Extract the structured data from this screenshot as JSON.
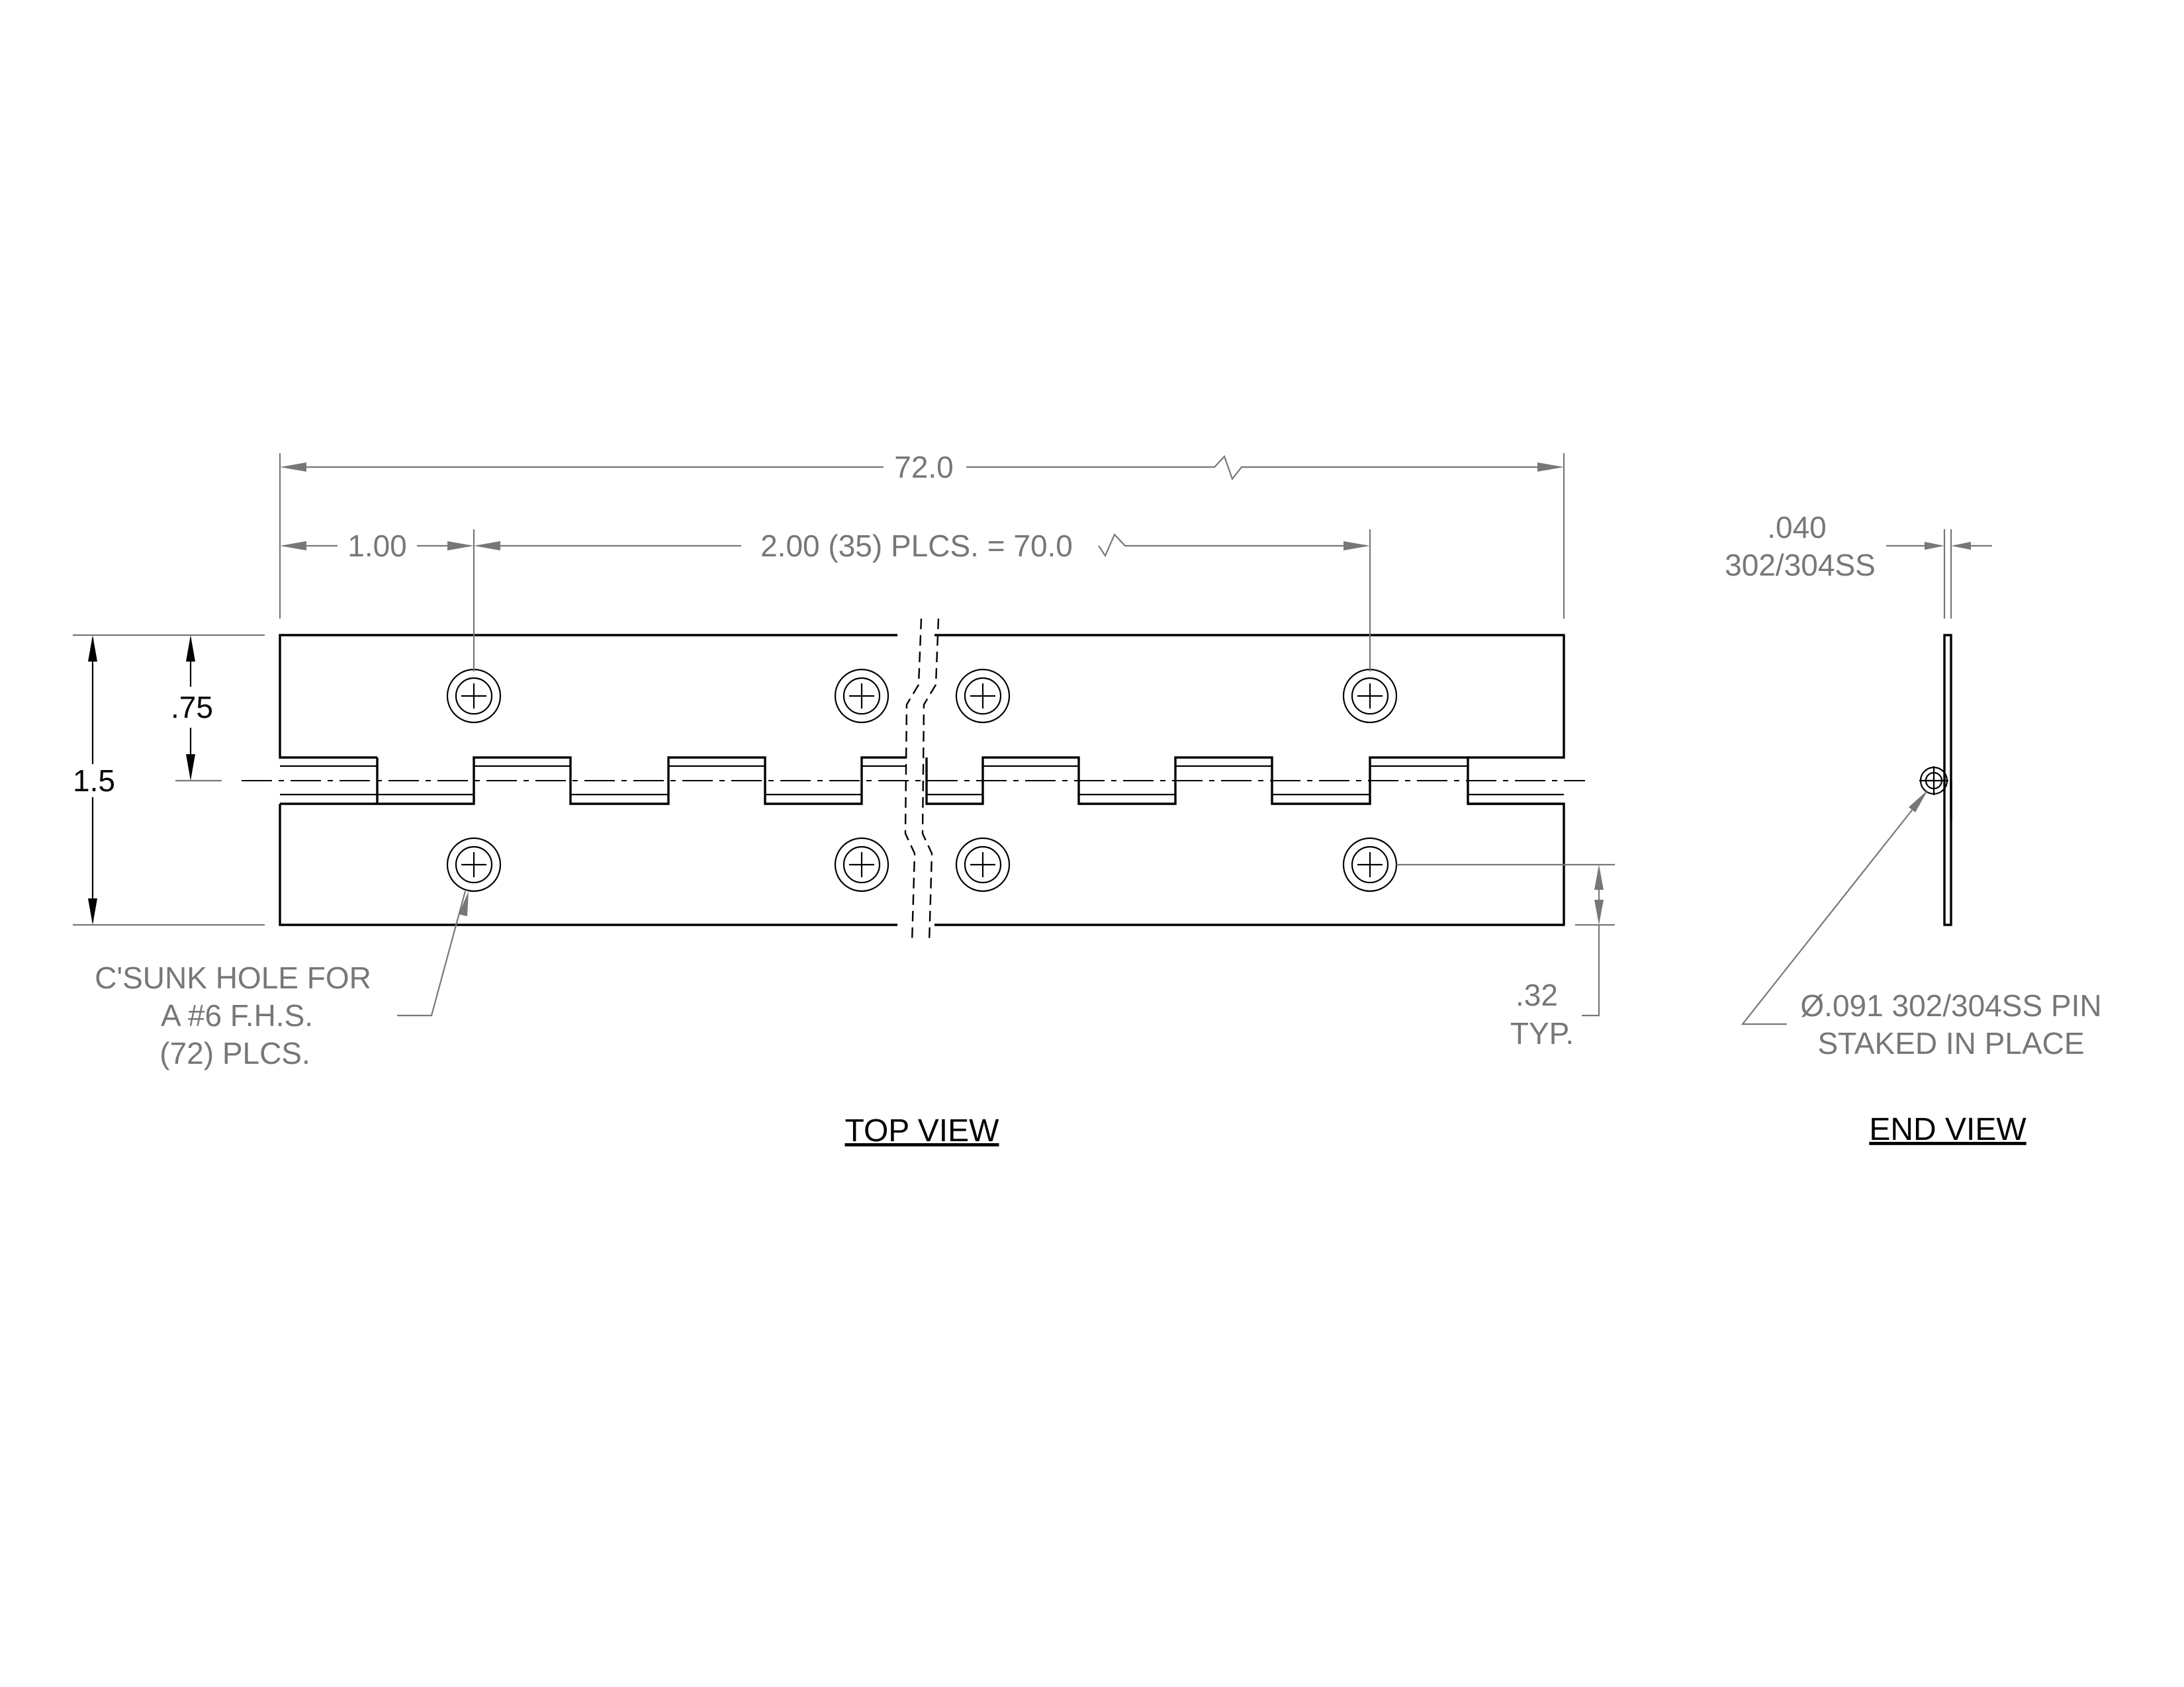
{
  "drawing": {
    "overall_length": "72.0",
    "edge_spacing": "1.00",
    "pitch_callout": "2.00 (35) PLCS. = 70.0",
    "half_width": ".75",
    "overall_width": "1.5",
    "hole_callout": [
      "C'SUNK HOLE FOR",
      "A #6 F.H.S.",
      "(72) PLCS."
    ],
    "hole_edge_offset": [
      ".32",
      "TYP."
    ],
    "thickness_callout": [
      ".040",
      "302/304SS"
    ],
    "pin_callout": [
      "Ø.091 302/304SS PIN",
      "STAKED IN PLACE"
    ],
    "top_view_title": "TOP VIEW",
    "end_view_title": "END VIEW"
  },
  "colors": {
    "part_outline": "#000000",
    "dimension": "#777777",
    "background": "#ffffff"
  }
}
